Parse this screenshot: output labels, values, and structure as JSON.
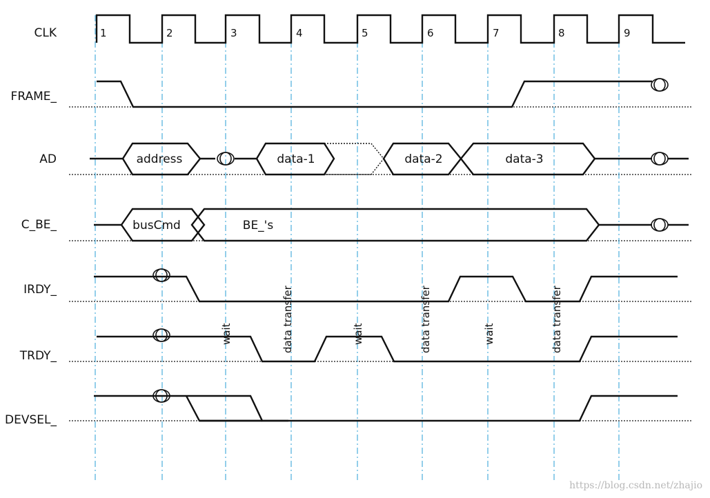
{
  "signals": {
    "clk": "CLK",
    "frame": "FRAME_",
    "ad": "AD",
    "cbe": "C_BE_",
    "irdy": "IRDY_",
    "trdy": "TRDY_",
    "devsel": "DEVSEL_"
  },
  "clock_numbers": [
    "1",
    "2",
    "3",
    "4",
    "5",
    "6",
    "7",
    "8",
    "9"
  ],
  "ad_phases": {
    "address": "address",
    "data1": "data-1",
    "data2": "data-2",
    "data3": "data-3"
  },
  "cbe_phases": {
    "bus_cmd": "busCmd",
    "byte_enables": "BE_'s"
  },
  "annotations": {
    "wait_1": "wait",
    "data_transfer_1": "data transfer",
    "wait_2": "wait",
    "data_transfer_2": "data transfer",
    "wait_3": "wait",
    "data_transfer_3": "data transfer"
  },
  "watermark": "https://blog.csdn.net/zhajio",
  "colors": {
    "wave": "#111111",
    "clock_grid": "#3aa7d9",
    "watermark": "#b8b8b8"
  }
}
